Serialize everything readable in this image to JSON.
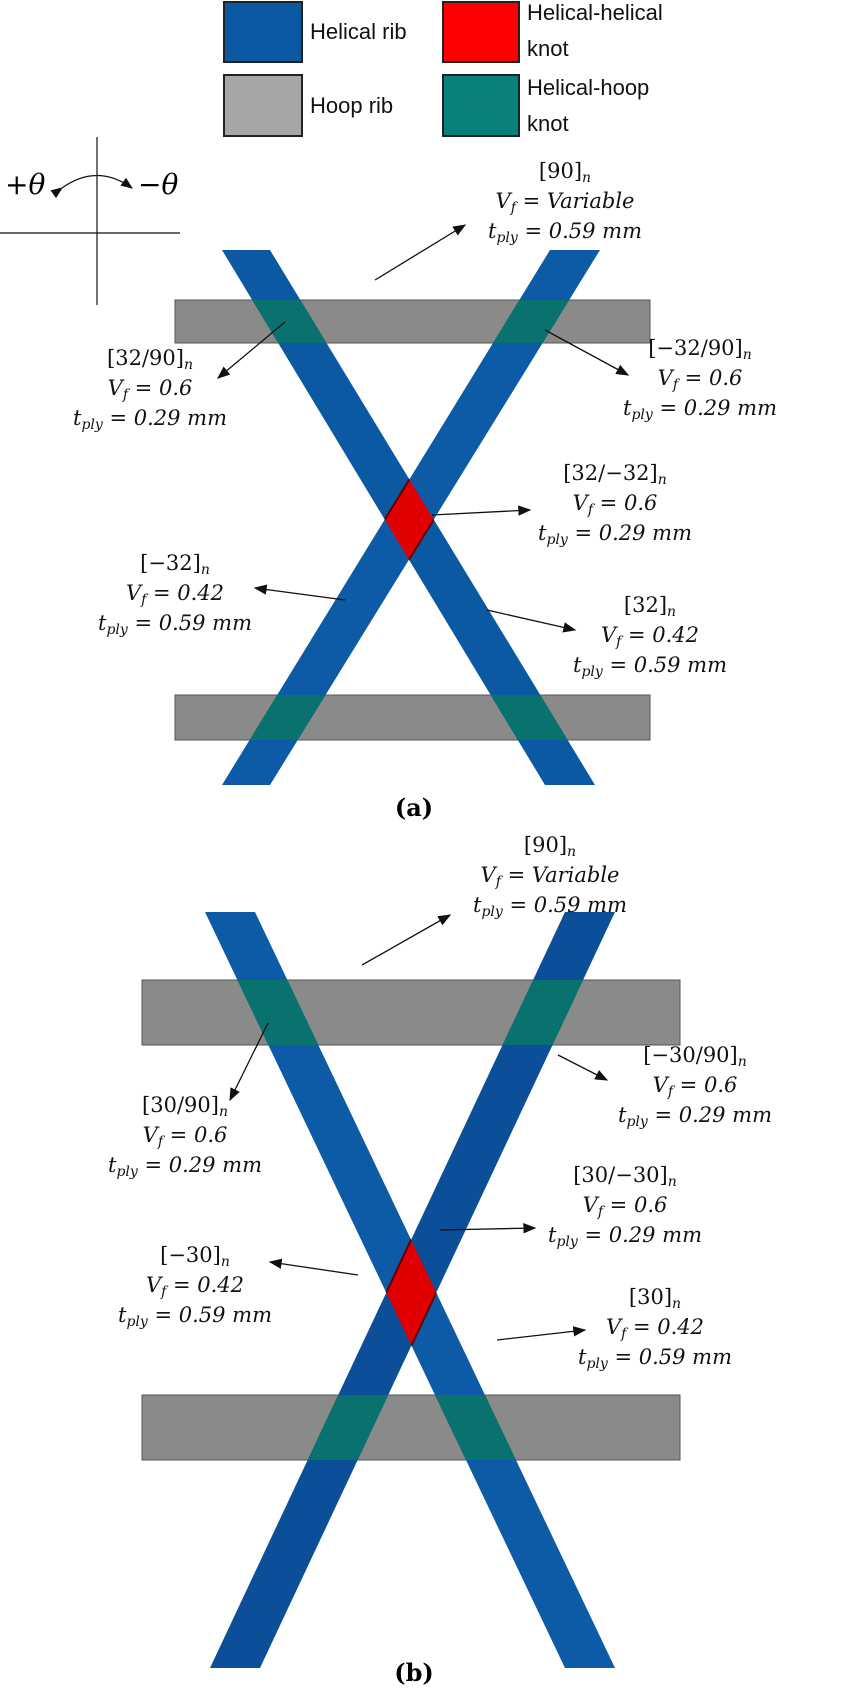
{
  "legend": {
    "helical_rib": "Helical rib",
    "hoop_rib": "Hoop rib",
    "helical_helical_knot": [
      "Helical-helical",
      "knot"
    ],
    "helical_hoop_knot": [
      "Helical-hoop",
      "knot"
    ]
  },
  "colors": {
    "helical_rib": "#0b58a3",
    "hoop_rib": "#8c8c8c",
    "helical_helical_knot": "#e00000",
    "helical_hoop_knot": "#08706c"
  },
  "axes": {
    "plus": "+θ",
    "minus": "−θ"
  },
  "panel_a": {
    "caption": "(a)",
    "labels": [
      {
        "stack": "[90]",
        "vf": "Variable",
        "tply": "0.59 mm"
      },
      {
        "stack": "[32/90]",
        "vf": "0.6",
        "tply": "0.29 mm"
      },
      {
        "stack": "[−32/90]",
        "vf": "0.6",
        "tply": "0.29 mm"
      },
      {
        "stack": "[32/−32]",
        "vf": "0.6",
        "tply": "0.29 mm"
      },
      {
        "stack": "[−32]",
        "vf": "0.42",
        "tply": "0.59 mm"
      },
      {
        "stack": "[32]",
        "vf": "0.42",
        "tply": "0.59 mm"
      }
    ]
  },
  "panel_b": {
    "caption": "(b)",
    "labels": [
      {
        "stack": "[90]",
        "vf": "Variable",
        "tply": "0.59 mm"
      },
      {
        "stack": "[30/90]",
        "vf": "0.6",
        "tply": "0.29 mm"
      },
      {
        "stack": "[−30/90]",
        "vf": "0.6",
        "tply": "0.29 mm"
      },
      {
        "stack": "[30/−30]",
        "vf": "0.6",
        "tply": "0.29 mm"
      },
      {
        "stack": "[−30]",
        "vf": "0.42",
        "tply": "0.59 mm"
      },
      {
        "stack": "[30]",
        "vf": "0.42",
        "tply": "0.59 mm"
      }
    ]
  },
  "sym": {
    "n": "n",
    "V": "V",
    "f": "f",
    "t": "t",
    "ply": "ply",
    "eq": " = "
  }
}
